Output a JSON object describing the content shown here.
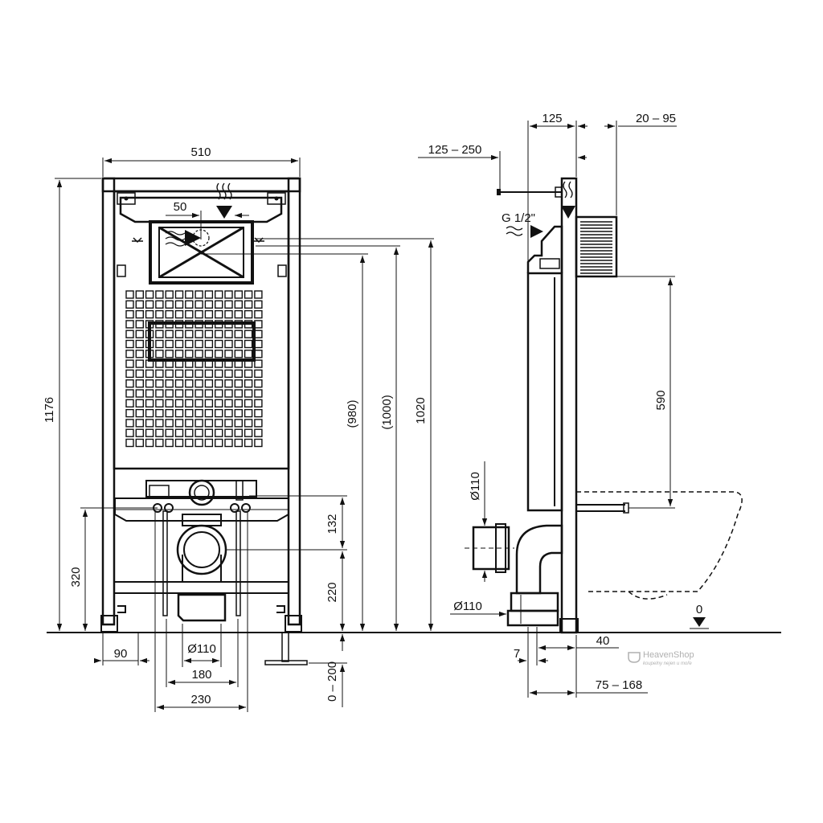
{
  "front_view": {
    "dimensions": {
      "width_total": "510",
      "height_total": "1176",
      "flush_offset": "50",
      "height_980": "(980)",
      "height_1000": "(1000)",
      "height_1020": "1020",
      "height_320": "320",
      "height_132": "132",
      "height_220": "220",
      "leg_range": "0 – 200",
      "foot_width": "90",
      "drain_diameter": "Ø110",
      "bolt_spacing_180": "180",
      "bolt_spacing_230": "230"
    }
  },
  "side_view": {
    "dimensions": {
      "depth_125": "125",
      "depth_20_95": "20 – 95",
      "depth_125_250": "125 – 250",
      "water_inlet": "G 1/2\"",
      "height_590": "590",
      "outlet_diameter": "Ø110",
      "drain_diameter": "Ø110",
      "offset_7": "7",
      "offset_40": "40",
      "depth_75_168": "75 – 168",
      "floor_level": "0"
    }
  },
  "watermark": {
    "brand": "HeavenShop",
    "tagline": "koupelny nejen u moře"
  }
}
